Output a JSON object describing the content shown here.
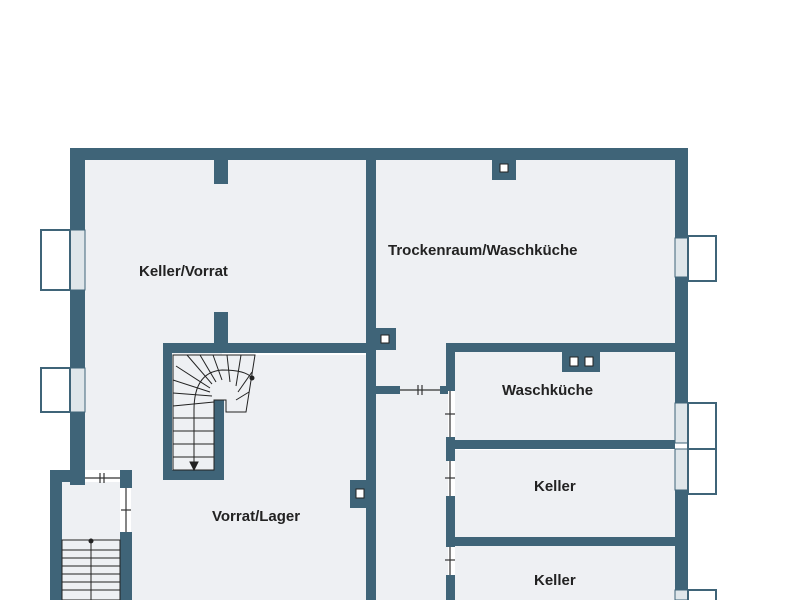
{
  "plan": {
    "colors": {
      "wall": "#3f6478",
      "floor": "#eef0f3",
      "window_glass": "#dfe6ea",
      "stair_line": "#333333",
      "background": "#ffffff"
    },
    "rooms": [
      {
        "id": "keller-vorrat",
        "label": "Keller/Vorrat"
      },
      {
        "id": "trockenraum",
        "label": "Trockenraum/Waschküche"
      },
      {
        "id": "waschkueche",
        "label": "Waschküche"
      },
      {
        "id": "vorrat-lager",
        "label": "Vorrat/Lager"
      },
      {
        "id": "keller-1",
        "label": "Keller"
      },
      {
        "id": "keller-2",
        "label": "Keller"
      }
    ]
  }
}
